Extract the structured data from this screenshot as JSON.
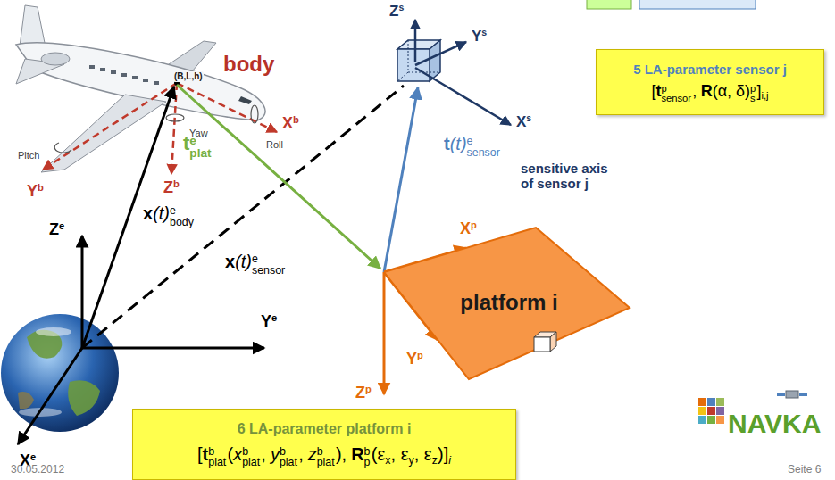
{
  "diagram": {
    "nodes": [
      {
        "text": [
          "5 LA-parameter sensor j",
          "[",
          "t",
          "p",
          "sensor",
          ",",
          "R",
          "(α, δ)",
          "p",
          "s",
          "]",
          "i,j"
        ]
      },
      {
        "text": [
          "platform i"
        ]
      },
      {
        "text": [
          "6 LA-parameter platform i",
          "[",
          "t",
          "b",
          "plat",
          "(",
          "x",
          "b",
          "plat",
          ",",
          "y",
          "b",
          "plat",
          ",",
          "z",
          "b",
          "plat",
          "),",
          "R",
          "b",
          "p",
          "(ε",
          "x",
          ", ε",
          "y",
          ", ε",
          "z",
          ")]",
          "i"
        ]
      }
    ],
    "labels": [
      "body",
      "(B,L,h)",
      "Pitch",
      "Yaw",
      "Roll",
      "X",
      "b",
      "Y",
      "b",
      "Z",
      "b",
      "t",
      "e",
      "plat",
      "Z",
      "s",
      "Y",
      "s",
      "X",
      "s",
      "sensitive axis of sensor j",
      "t",
      "(t)",
      "e",
      "sensor",
      "Z",
      "e",
      "x",
      "(t)",
      "e",
      "body",
      "x",
      "(t)",
      "e",
      "sensor",
      "Y",
      "e",
      "X",
      "e",
      "X",
      "p",
      "Y",
      "p",
      "Z",
      "p",
      "30.05.2012",
      "Seite 6",
      "NAVKA"
    ]
  }
}
